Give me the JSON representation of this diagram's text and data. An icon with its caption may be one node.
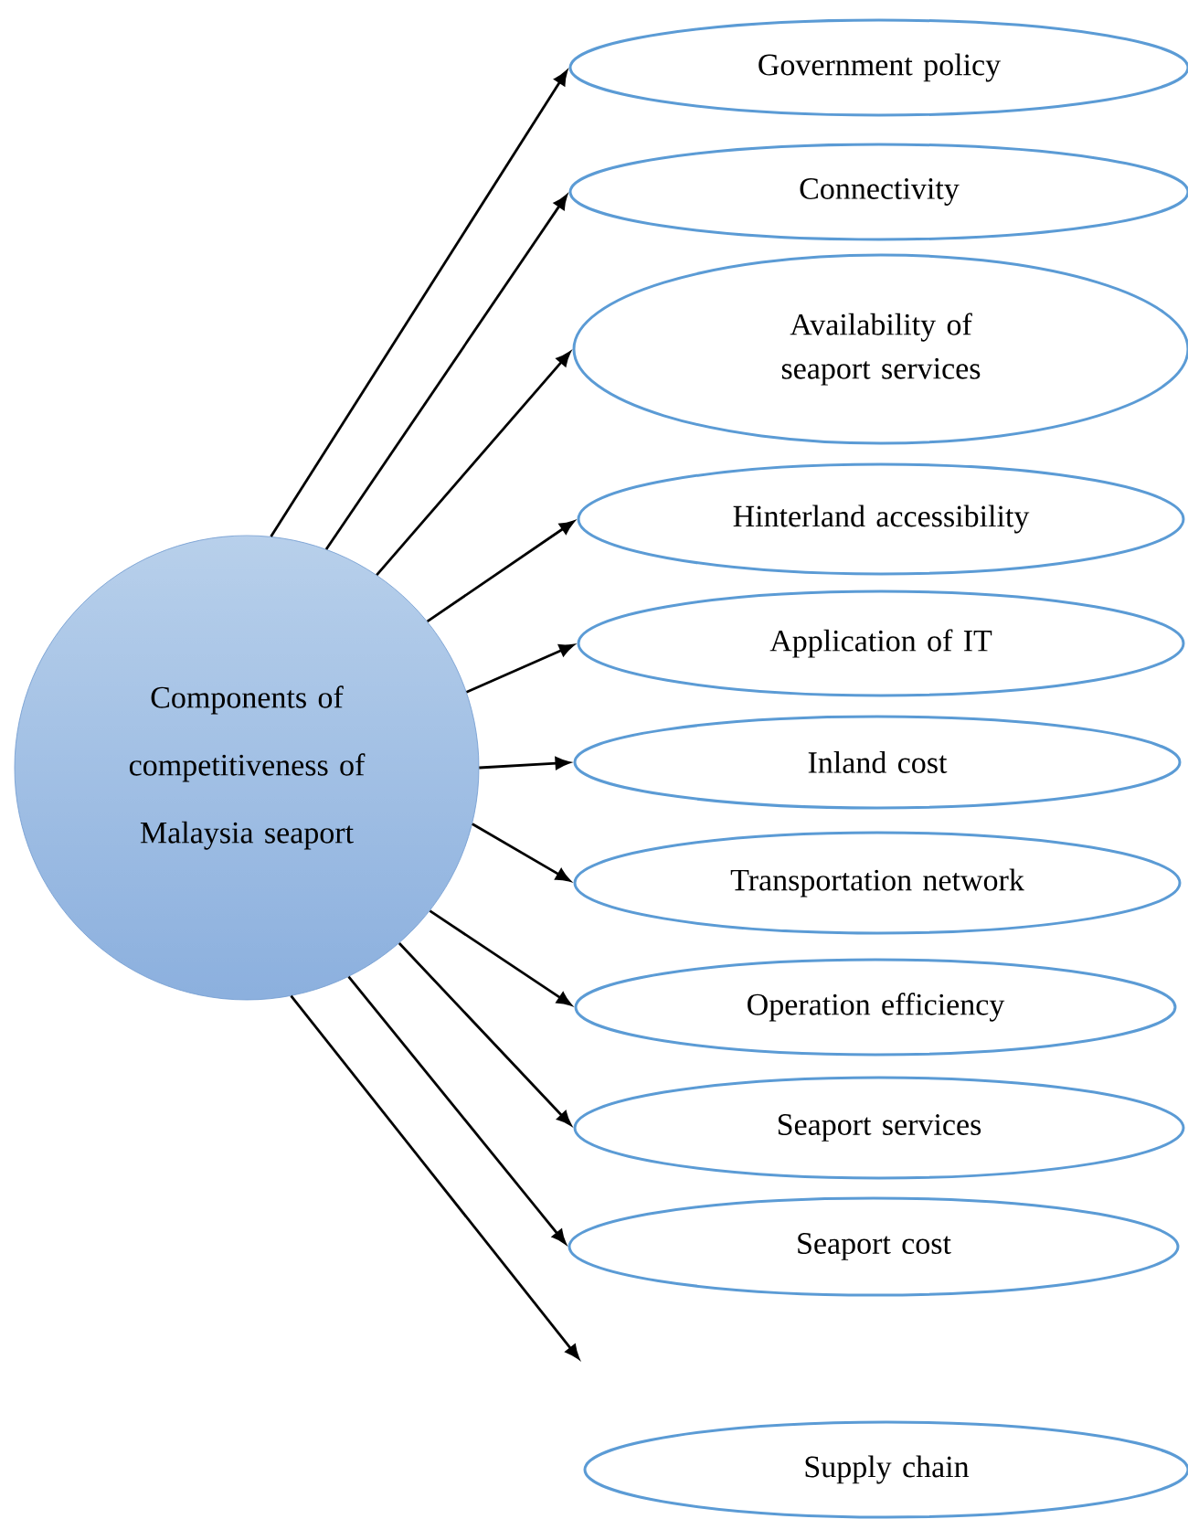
{
  "diagram": {
    "nodes": [
      {
        "text": [
          "Components of competitiveness of Malaysia seaport"
        ]
      },
      {
        "text": [
          "Government policy"
        ]
      },
      {
        "text": [
          "Connectivity"
        ]
      },
      {
        "text": [
          "Availability of seaport services"
        ]
      },
      {
        "text": [
          "Hinterland accessibility"
        ]
      },
      {
        "text": [
          "Application of IT"
        ]
      },
      {
        "text": [
          "Inland cost"
        ]
      },
      {
        "text": [
          "Transportation network"
        ]
      },
      {
        "text": [
          "Operation efficiency"
        ]
      },
      {
        "text": [
          "Seaport services"
        ]
      },
      {
        "text": [
          "Seaport cost"
        ]
      },
      {
        "text": [
          "Supply chain"
        ]
      }
    ],
    "edges": [
      {
        "from": 0,
        "to": 1,
        "arrow": "to"
      },
      {
        "from": 0,
        "to": 2,
        "arrow": "to"
      },
      {
        "from": 0,
        "to": 3,
        "arrow": "to"
      },
      {
        "from": 0,
        "to": 4,
        "arrow": "to"
      },
      {
        "from": 0,
        "to": 5,
        "arrow": "to"
      },
      {
        "from": 0,
        "to": 6,
        "arrow": "to"
      },
      {
        "from": 0,
        "to": 7,
        "arrow": "to"
      },
      {
        "from": 0,
        "to": 8,
        "arrow": "to"
      },
      {
        "from": 0,
        "to": 9,
        "arrow": "to"
      },
      {
        "from": 0,
        "to": 10,
        "arrow": "to"
      },
      {
        "from": 0,
        "to": null,
        "arrow": "to"
      }
    ]
  }
}
